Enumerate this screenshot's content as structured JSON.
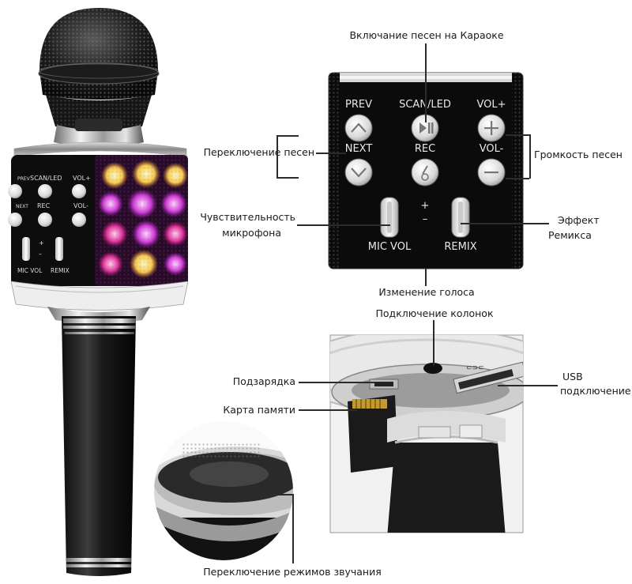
{
  "callouts": {
    "karaoke_on": "Включание песен на Караоке",
    "song_switch": "Переключение песен",
    "volume": "Громкость песен",
    "mic_sensitivity_1": "Чувствительность",
    "mic_sensitivity_2": "микрофона",
    "remix_1": "Эффект",
    "remix_2": "Ремикса",
    "voice_change": "Изменение голоса",
    "speaker_connect": "Подключение колонок",
    "charging": "Подзарядка",
    "memory_card": "Карта памяти",
    "usb_1": "USB",
    "usb_2": "подключение",
    "sound_modes": "Переключение режимов звучания"
  },
  "control_panel": {
    "prev": "PREV",
    "scan_led": "SCAN/LED",
    "vol_plus": "VOL+",
    "next": "NEXT",
    "rec": "REC",
    "vol_minus": "VOL-",
    "plus": "+",
    "minus": "–",
    "mic_vol": "MIC VOL",
    "remix": "REMIX"
  },
  "mic_body_panel": {
    "prev": "PREV",
    "scan_led": "SCAN/LED",
    "vol_plus": "VOL+",
    "next": "NEXT",
    "rec": "REC",
    "vol_minus": "VOL-",
    "plus": "+",
    "minus": "–",
    "mic_vol": "MIC VOL",
    "remix": "REMIX"
  },
  "closeup": {
    "usb_marking": "⊂⊃⊂"
  }
}
